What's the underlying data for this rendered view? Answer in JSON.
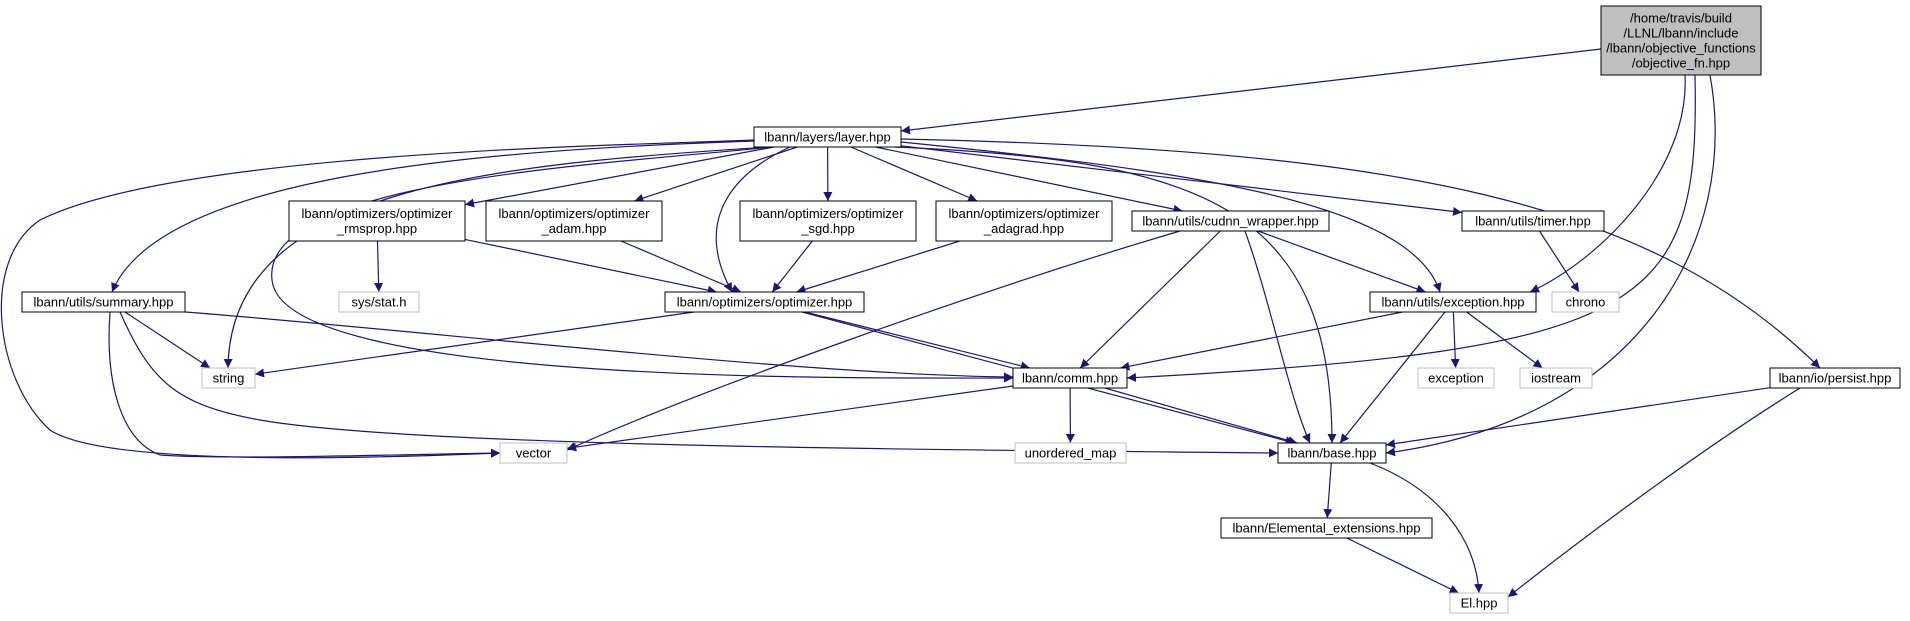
{
  "colors": {
    "edge": "#191970",
    "root_fill": "#bfbfbf",
    "file_border": "#000000",
    "system_border": "#bfbfbf",
    "text": "#000000"
  },
  "nodes": [
    {
      "id": "objective_fn",
      "kind": "root",
      "lines": [
        "/home/travis/build",
        "/LLNL/lbann/include",
        "/lbann/objective_functions",
        "/objective_fn.hpp"
      ]
    },
    {
      "id": "layer",
      "kind": "file",
      "lines": [
        "lbann/layers/layer.hpp"
      ]
    },
    {
      "id": "rmsprop",
      "kind": "file",
      "lines": [
        "lbann/optimizers/optimizer",
        "_rmsprop.hpp"
      ]
    },
    {
      "id": "adam",
      "kind": "file",
      "lines": [
        "lbann/optimizers/optimizer",
        "_adam.hpp"
      ]
    },
    {
      "id": "sgd",
      "kind": "file",
      "lines": [
        "lbann/optimizers/optimizer",
        "_sgd.hpp"
      ]
    },
    {
      "id": "adagrad",
      "kind": "file",
      "lines": [
        "lbann/optimizers/optimizer",
        "_adagrad.hpp"
      ]
    },
    {
      "id": "cudnn",
      "kind": "file",
      "lines": [
        "lbann/utils/cudnn_wrapper.hpp"
      ]
    },
    {
      "id": "timer",
      "kind": "file",
      "lines": [
        "lbann/utils/timer.hpp"
      ]
    },
    {
      "id": "summary",
      "kind": "file",
      "lines": [
        "lbann/utils/summary.hpp"
      ]
    },
    {
      "id": "sysstat",
      "kind": "system",
      "lines": [
        "sys/stat.h"
      ]
    },
    {
      "id": "optimizer",
      "kind": "file",
      "lines": [
        "lbann/optimizers/optimizer.hpp"
      ]
    },
    {
      "id": "exception",
      "kind": "file",
      "lines": [
        "lbann/utils/exception.hpp"
      ]
    },
    {
      "id": "chrono",
      "kind": "system",
      "lines": [
        "chrono"
      ]
    },
    {
      "id": "string",
      "kind": "system",
      "lines": [
        "string"
      ]
    },
    {
      "id": "comm",
      "kind": "file",
      "lines": [
        "lbann/comm.hpp"
      ]
    },
    {
      "id": "exception_std",
      "kind": "system",
      "lines": [
        "exception"
      ]
    },
    {
      "id": "iostream",
      "kind": "system",
      "lines": [
        "iostream"
      ]
    },
    {
      "id": "persist",
      "kind": "file",
      "lines": [
        "lbann/io/persist.hpp"
      ]
    },
    {
      "id": "vector",
      "kind": "system",
      "lines": [
        "vector"
      ]
    },
    {
      "id": "unordered_map",
      "kind": "system",
      "lines": [
        "unordered_map"
      ]
    },
    {
      "id": "base",
      "kind": "file",
      "lines": [
        "lbann/base.hpp"
      ]
    },
    {
      "id": "elemental",
      "kind": "file",
      "lines": [
        "lbann/Elemental_extensions.hpp"
      ]
    },
    {
      "id": "el",
      "kind": "system",
      "lines": [
        "El.hpp"
      ]
    }
  ],
  "edges": [
    [
      "objective_fn",
      "layer"
    ],
    [
      "objective_fn",
      "exception"
    ],
    [
      "objective_fn",
      "comm"
    ],
    [
      "objective_fn",
      "base"
    ],
    [
      "layer",
      "summary"
    ],
    [
      "layer",
      "vector"
    ],
    [
      "layer",
      "string"
    ],
    [
      "layer",
      "comm"
    ],
    [
      "layer",
      "rmsprop"
    ],
    [
      "layer",
      "adam"
    ],
    [
      "layer",
      "optimizer"
    ],
    [
      "layer",
      "sgd"
    ],
    [
      "layer",
      "adagrad"
    ],
    [
      "layer",
      "cudnn"
    ],
    [
      "layer",
      "base"
    ],
    [
      "layer",
      "exception"
    ],
    [
      "layer",
      "timer"
    ],
    [
      "layer",
      "persist"
    ],
    [
      "rmsprop",
      "sysstat"
    ],
    [
      "rmsprop",
      "optimizer"
    ],
    [
      "adam",
      "optimizer"
    ],
    [
      "sgd",
      "optimizer"
    ],
    [
      "adagrad",
      "optimizer"
    ],
    [
      "cudnn",
      "vector"
    ],
    [
      "cudnn",
      "comm"
    ],
    [
      "cudnn",
      "base"
    ],
    [
      "cudnn",
      "exception"
    ],
    [
      "timer",
      "chrono"
    ],
    [
      "summary",
      "string"
    ],
    [
      "summary",
      "vector"
    ],
    [
      "summary",
      "comm"
    ],
    [
      "summary",
      "base"
    ],
    [
      "optimizer",
      "string"
    ],
    [
      "optimizer",
      "comm"
    ],
    [
      "optimizer",
      "base"
    ],
    [
      "exception",
      "comm"
    ],
    [
      "exception",
      "base"
    ],
    [
      "exception",
      "exception_std"
    ],
    [
      "exception",
      "iostream"
    ],
    [
      "comm",
      "vector"
    ],
    [
      "comm",
      "unordered_map"
    ],
    [
      "comm",
      "base"
    ],
    [
      "persist",
      "base"
    ],
    [
      "persist",
      "el"
    ],
    [
      "base",
      "elemental"
    ],
    [
      "base",
      "el"
    ],
    [
      "elemental",
      "el"
    ]
  ]
}
